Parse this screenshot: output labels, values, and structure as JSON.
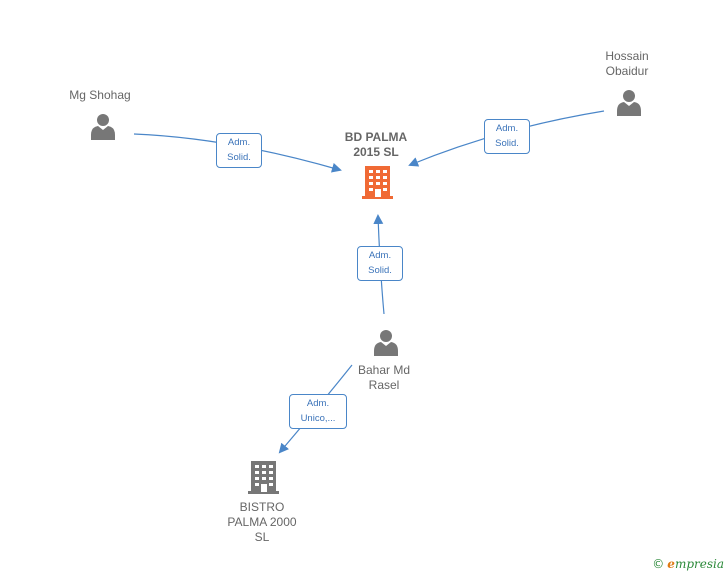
{
  "colors": {
    "edge": "#4a86c8",
    "person_icon": "#777777",
    "company_main": "#f06a35",
    "company_other": "#777777",
    "label_text": "#666666",
    "brand_green": "#2c8a3a",
    "brand_orange": "#e07a14"
  },
  "nodes": {
    "mg_shohag": {
      "label": "Mg Shohag",
      "icon": "person-icon"
    },
    "hossain": {
      "label": "Hossain\nObaidur",
      "icon": "person-icon"
    },
    "bd_palma": {
      "label": "BD PALMA\n2015  SL",
      "icon": "building-icon"
    },
    "bahar": {
      "label": "Bahar Md\nRasel",
      "icon": "person-icon"
    },
    "bistro": {
      "label": "BISTRO\nPALMA 2000\nSL",
      "icon": "building-icon"
    }
  },
  "edges": {
    "mg_to_bd": {
      "label": "Adm.\nSolid."
    },
    "hossain_to_bd": {
      "label": "Adm.\nSolid."
    },
    "bahar_to_bd": {
      "label": "Adm.\nSolid."
    },
    "bahar_to_bistro": {
      "label": "Adm.\nUnico,..."
    }
  },
  "brand": {
    "copyright": "©",
    "first_letter": "e",
    "rest": "mpresia"
  }
}
